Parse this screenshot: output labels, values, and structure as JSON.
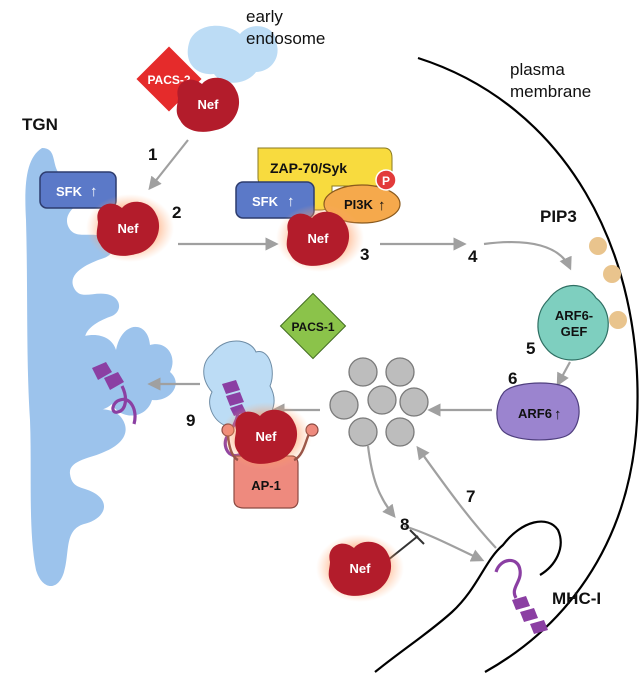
{
  "labels": {
    "early_endosome": [
      "early",
      "endosome"
    ],
    "plasma_membrane": [
      "plasma",
      "membrane"
    ],
    "tgn": "TGN",
    "pacs2": "PACS-2",
    "pacs1": "PACS-1",
    "nef": "Nef",
    "sfk": "SFK",
    "zap70": "ZAP-70/Syk",
    "p": "P",
    "pi3k": "PI3K",
    "pip3": "PIP3",
    "arf6gef": [
      "ARF6-",
      "GEF"
    ],
    "arf6": "ARF6",
    "ap1": "AP-1",
    "mhc": "MHC-I",
    "up_arrow": "↑"
  },
  "steps": [
    "1",
    "2",
    "3",
    "4",
    "5",
    "6",
    "7",
    "8",
    "9"
  ],
  "colors": {
    "nef": "#b31c2b",
    "sfk": "#5b79c8",
    "zap": "#f8db3e",
    "pi3k": "#f5a94c",
    "phospho": "#e23b3b",
    "pacs2": "#e52b2b",
    "pacs1": "#8bc34a",
    "endosome": "#bcdcf5",
    "tgn": "#9cc3ec",
    "arf6gef": "#7ecfbf",
    "arf6": "#9b84cf",
    "pip3": "#e9c48d",
    "vesicle": "#bdbdbd",
    "ap1": "#ee8a7e",
    "mhc": "#8b3fa3",
    "arrow": "#a0a0a0"
  }
}
